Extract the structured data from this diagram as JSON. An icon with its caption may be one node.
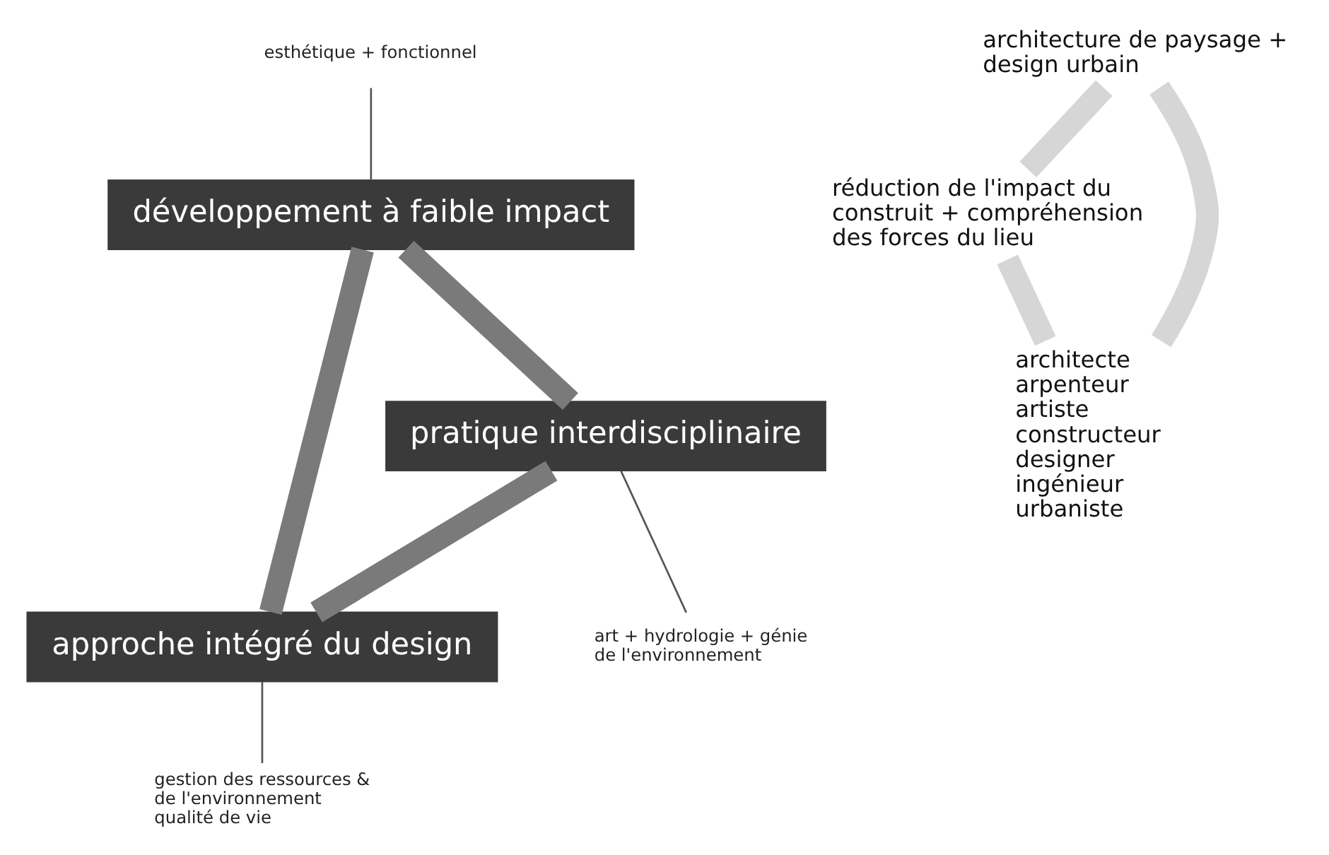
{
  "diagram": {
    "nodes": [
      {
        "text": [
          "développement à faible impact"
        ]
      },
      {
        "text": [
          "pratique interdisciplinaire"
        ]
      },
      {
        "text": [
          "approche intégré du design"
        ]
      },
      {
        "text": [
          "architecture de paysage + design urbain"
        ]
      },
      {
        "text": [
          "réduction de l'impact du construit + compréhension des forces du lieu"
        ]
      },
      {
        "text": [
          "architecte",
          "arpenteur",
          "artiste",
          "constructeur",
          "designer",
          "ingénieur",
          "urbaniste"
        ]
      },
      {
        "text": [
          "esthétique + fonctionnel"
        ]
      },
      {
        "text": [
          "art + hydrologie + génie de l'environnement"
        ]
      },
      {
        "text": [
          "gestion des ressources & de l'environnement",
          "qualité de vie"
        ]
      }
    ],
    "edges": [
      {
        "from": 0,
        "to": 1,
        "arrow": "none",
        "color": "#7a7a7a"
      },
      {
        "from": 1,
        "to": 2,
        "arrow": "none",
        "color": "#7a7a7a"
      },
      {
        "from": 0,
        "to": 2,
        "arrow": "none",
        "color": "#7a7a7a"
      },
      {
        "from": 3,
        "to": 4,
        "arrow": "none",
        "color": "#d6d6d6"
      },
      {
        "from": 4,
        "to": 5,
        "arrow": "none",
        "color": "#d6d6d6"
      },
      {
        "from": 5,
        "to": 3,
        "arrow": "none",
        "color": "#d6d6d6"
      },
      {
        "from": 6,
        "to": 0,
        "arrow": "none",
        "color": "#555555"
      },
      {
        "from": 1,
        "to": 7,
        "arrow": "none",
        "color": "#555555"
      },
      {
        "from": 2,
        "to": 8,
        "arrow": "none",
        "color": "#555555"
      }
    ]
  }
}
